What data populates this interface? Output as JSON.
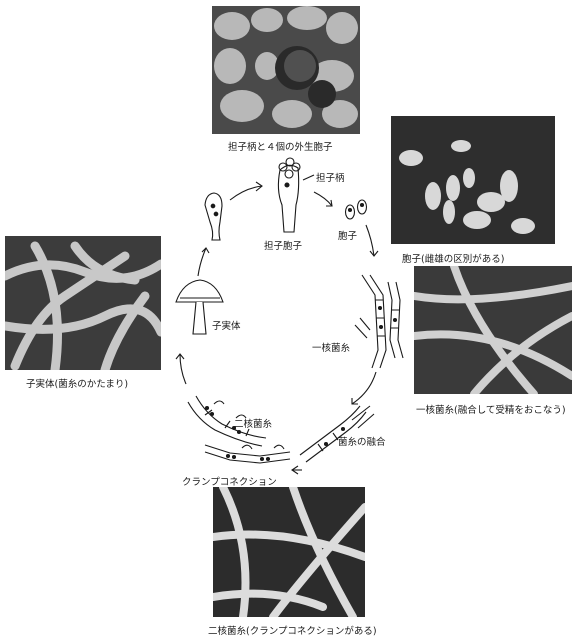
{
  "captions": {
    "basidium_photo": "担子柄と４個の外生胞子",
    "spore_photo": "胞子(雌雄の区別がある)",
    "fruiting_body_photo": "子実体(菌糸のかたまり)",
    "monokaryon_photo": "一核菌糸(融合して受精をおこなう)",
    "dikaryon_photo": "二核菌糸(クランプコネクションがある)"
  },
  "cycle_labels": {
    "basidium": "担子柄",
    "basidiospore": "担子胞子",
    "spore": "胞子",
    "monokaryotic_hypha": "一核菌糸",
    "hyphal_fusion": "菌糸の融合",
    "clamp_connection": "クランプコネクション",
    "dikaryotic_hypha": "二核菌糸",
    "fruiting_body": "子実体"
  },
  "colors": {
    "photo_dark": "#2f2f2f",
    "photo_light": "#d9d9d9",
    "line": "#1a1a1a"
  }
}
